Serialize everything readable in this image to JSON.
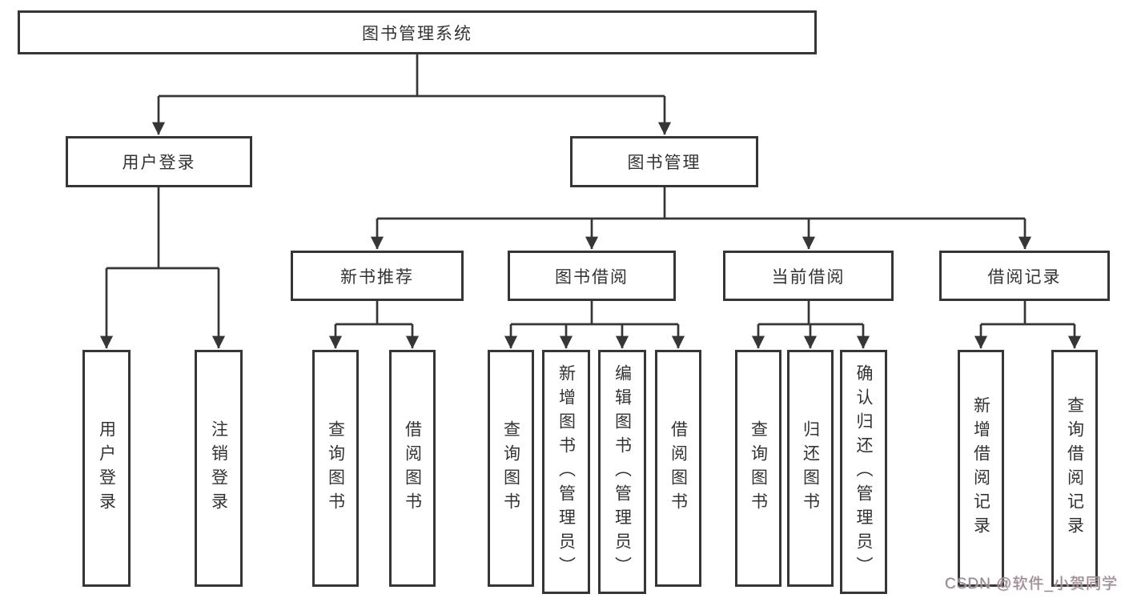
{
  "tree": {
    "label": "图书管理系统",
    "children": [
      {
        "label": "用户登录",
        "children": [
          {
            "label": "用户登录"
          },
          {
            "label": "注销登录"
          }
        ]
      },
      {
        "label": "图书管理",
        "children": [
          {
            "label": "新书推荐",
            "children": [
              {
                "label": "查询图书"
              },
              {
                "label": "借阅图书"
              }
            ]
          },
          {
            "label": "图书借阅",
            "children": [
              {
                "label": "查询图书"
              },
              {
                "label": "新增图书（管理员）"
              },
              {
                "label": "编辑图书（管理员）"
              },
              {
                "label": "借阅图书"
              }
            ]
          },
          {
            "label": "当前借阅",
            "children": [
              {
                "label": "查询图书"
              },
              {
                "label": "归还图书"
              },
              {
                "label": "确认归还（管理员）"
              }
            ]
          },
          {
            "label": "借阅记录",
            "children": [
              {
                "label": "新增借阅记录"
              },
              {
                "label": "查询借阅记录"
              }
            ]
          }
        ]
      }
    ]
  },
  "watermark": {
    "text": "CSDN @软件_小贺同学"
  },
  "colors": {
    "line": "#363636",
    "border": "#363636",
    "text": "#333333",
    "background": "#ffffff",
    "watermark": "#8b8e96"
  }
}
